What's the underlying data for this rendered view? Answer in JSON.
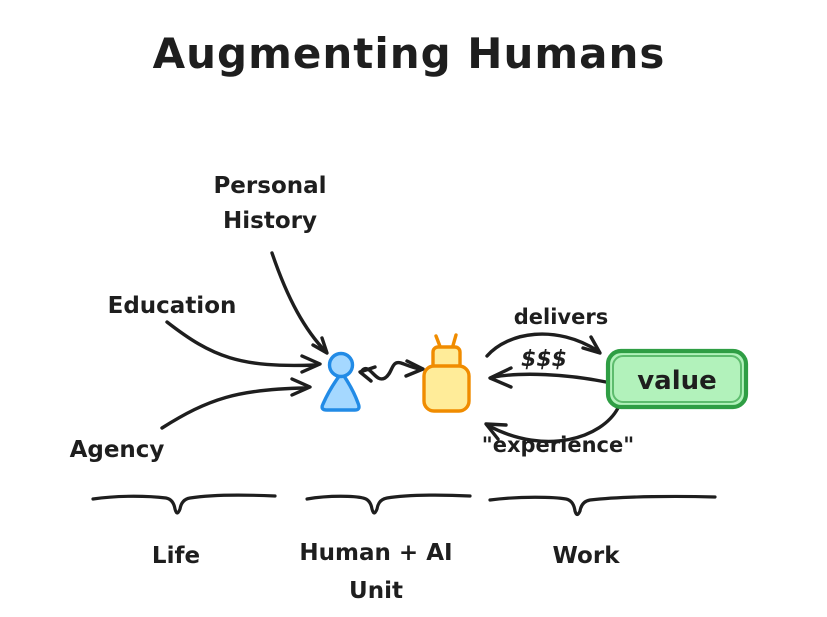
{
  "title": "Augmenting Humans",
  "colors": {
    "background": "#ffffff",
    "ink": "#1e1e1e",
    "human_stroke": "#228be6",
    "human_fill": "#a5d8ff",
    "ai_stroke": "#f08c00",
    "ai_fill": "#ffec99",
    "value_stroke": "#2f9e44",
    "value_fill": "#b2f2bb"
  },
  "inputs": [
    {
      "label": "Personal History",
      "lines": [
        "Personal",
        "History"
      ]
    },
    {
      "label": "Education",
      "lines": [
        "Education"
      ]
    },
    {
      "label": "Agency",
      "lines": [
        "Agency"
      ]
    }
  ],
  "unit": {
    "human": "human person",
    "ai": "AI robot",
    "exchange": "bidirectional"
  },
  "value_node": {
    "label": "value"
  },
  "flows": [
    {
      "label": "delivers",
      "from": "human-ai-unit",
      "to": "value"
    },
    {
      "label": "$$$",
      "from": "value",
      "to": "human-ai-unit"
    },
    {
      "label": "\"experience\"",
      "from": "value",
      "to": "human-ai-unit"
    }
  ],
  "groups": [
    {
      "label": "Life",
      "lines": [
        "Life"
      ]
    },
    {
      "label": "Human + AI Unit",
      "lines": [
        "Human + AI",
        "Unit"
      ]
    },
    {
      "label": "Work",
      "lines": [
        "Work"
      ]
    }
  ]
}
